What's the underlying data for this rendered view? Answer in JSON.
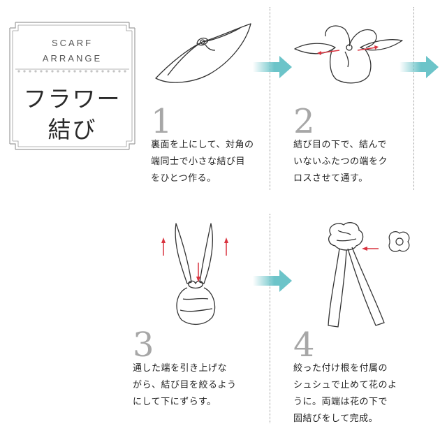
{
  "title": {
    "sub_line1": "SCARF",
    "sub_line2": "ARRANGE",
    "main_line1": "フラワー",
    "main_line2": "結び"
  },
  "steps": [
    {
      "number": "1",
      "lines": [
        "裏面を上にして、対角の",
        "端同士で小さな結び目",
        "をひとつ作る。"
      ]
    },
    {
      "number": "2",
      "lines": [
        "結び目の下で、結んで",
        "いないふたつの端をク",
        "ロスさせて通す。"
      ]
    },
    {
      "number": "3",
      "lines": [
        "通した端を引き上げな",
        "がら、結び目を絞るよう",
        "にして下にずらす。"
      ]
    },
    {
      "number": "4",
      "lines": [
        "絞った付け根を付属の",
        "シュシュで止めて花のよ",
        "うに。両端は花の下で",
        "固結びをして完成。"
      ]
    }
  ],
  "colors": {
    "arrow": "#6cc4c9",
    "accent_red": "#d9333f",
    "number_gray": "#a7a7a7",
    "divider": "#9a9a9a"
  },
  "icons": [
    "step-arrow-icon",
    "red-direction-arrow-icon",
    "scrunchie-icon"
  ]
}
